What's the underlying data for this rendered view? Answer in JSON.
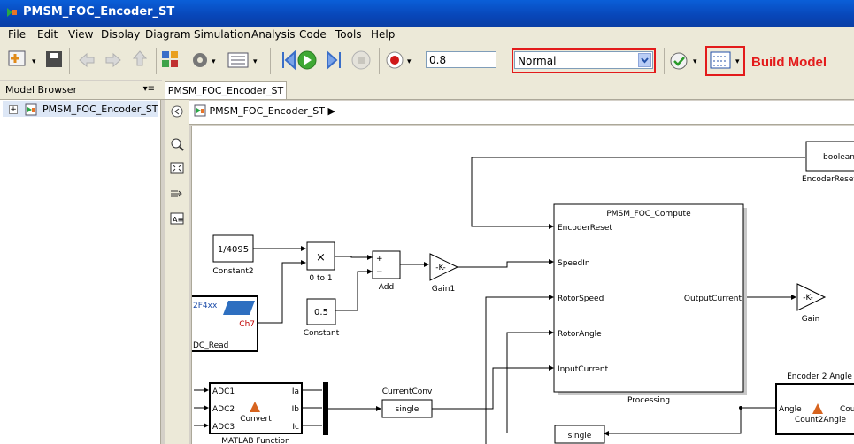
{
  "window": {
    "title": "PMSM_FOC_Encoder_ST"
  },
  "menu": [
    "File",
    "Edit",
    "View",
    "Display",
    "Diagram",
    "Simulation",
    "Analysis",
    "Code",
    "Tools",
    "Help"
  ],
  "toolbar": {
    "stop_time": "0.8",
    "sim_mode": "Normal",
    "build_label": "Build Model"
  },
  "browser": {
    "header": "Model Browser",
    "root": "PMSM_FOC_Encoder_ST"
  },
  "tab": {
    "label": "PMSM_FOC_Encoder_ST"
  },
  "breadcrumb": {
    "model": "PMSM_FOC_Encoder_ST"
  },
  "diagram": {
    "constant2": {
      "value": "1/4095",
      "name": "Constant2"
    },
    "product": {
      "symbol": "×",
      "name": "0 to 1"
    },
    "constant": {
      "value": "0.5",
      "name": "Constant"
    },
    "add": {
      "plus": "+",
      "minus": "−",
      "name": "Add"
    },
    "gain1": {
      "value": "-K-",
      "name": "Gain1"
    },
    "adc_read": {
      "top": "2F4xx",
      "port": "Ch7",
      "name": "DC_Read"
    },
    "compute": {
      "title": "PMSM_FOC_Compute",
      "inputs": [
        "EncoderReset",
        "SpeedIn",
        "RotorSpeed",
        "RotorAngle",
        "InputCurrent"
      ],
      "output": "OutputCurrent",
      "name": "Processing"
    },
    "gain": {
      "value": "-K-",
      "name": "Gain"
    },
    "boolean": {
      "value": "boolean",
      "name": "EncoderReset"
    },
    "matlab_fn": {
      "inputs": [
        "ADC1",
        "ADC2",
        "ADC3"
      ],
      "outputs": [
        "Ia",
        "Ib",
        "Ic"
      ],
      "center": "Convert",
      "name": "MATLAB Function"
    },
    "current_conv": {
      "value": "single",
      "name": "CurrentConv"
    },
    "single2": {
      "value": "single"
    },
    "encoder": {
      "title": "Encoder 2 Angle",
      "in": "Angle",
      "out": "Cou",
      "center": "Count2Angle"
    }
  }
}
